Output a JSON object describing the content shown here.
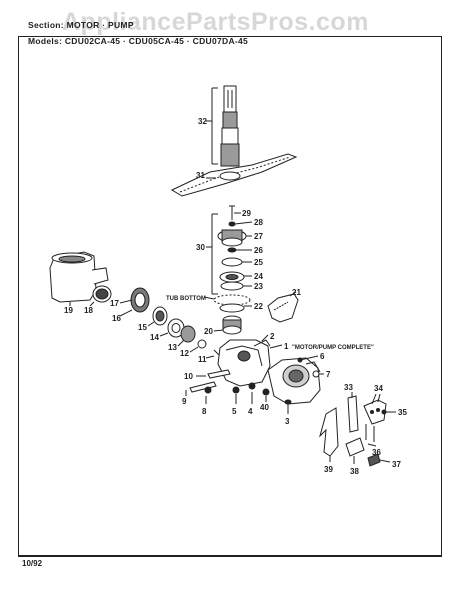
{
  "header": {
    "watermark": "AppliancePartsPros.com",
    "section_line": "Section: MOTOR · PUMP",
    "models_line": "Models: CDU02CA-45 · CDU05CA-45 · CDU07DA-45"
  },
  "footer": {
    "date": "10/92"
  },
  "annotations": {
    "tub_bottom": "TUB BOTTOM",
    "motor_pump_complete": "\"MOTOR/PUMP COMPLETE\""
  },
  "part_numbers": [
    "1",
    "2",
    "3",
    "4",
    "5",
    "6",
    "7",
    "8",
    "9",
    "10",
    "11",
    "12",
    "13",
    "14",
    "15",
    "16",
    "17",
    "18",
    "19",
    "20",
    "21",
    "22",
    "23",
    "24",
    "25",
    "26",
    "27",
    "28",
    "29",
    "30",
    "31",
    "32",
    "33",
    "34",
    "35",
    "36",
    "37",
    "38",
    "39",
    "40"
  ],
  "colors": {
    "ink": "#222222",
    "watermark": "#d7d7d7",
    "background": "#ffffff"
  }
}
